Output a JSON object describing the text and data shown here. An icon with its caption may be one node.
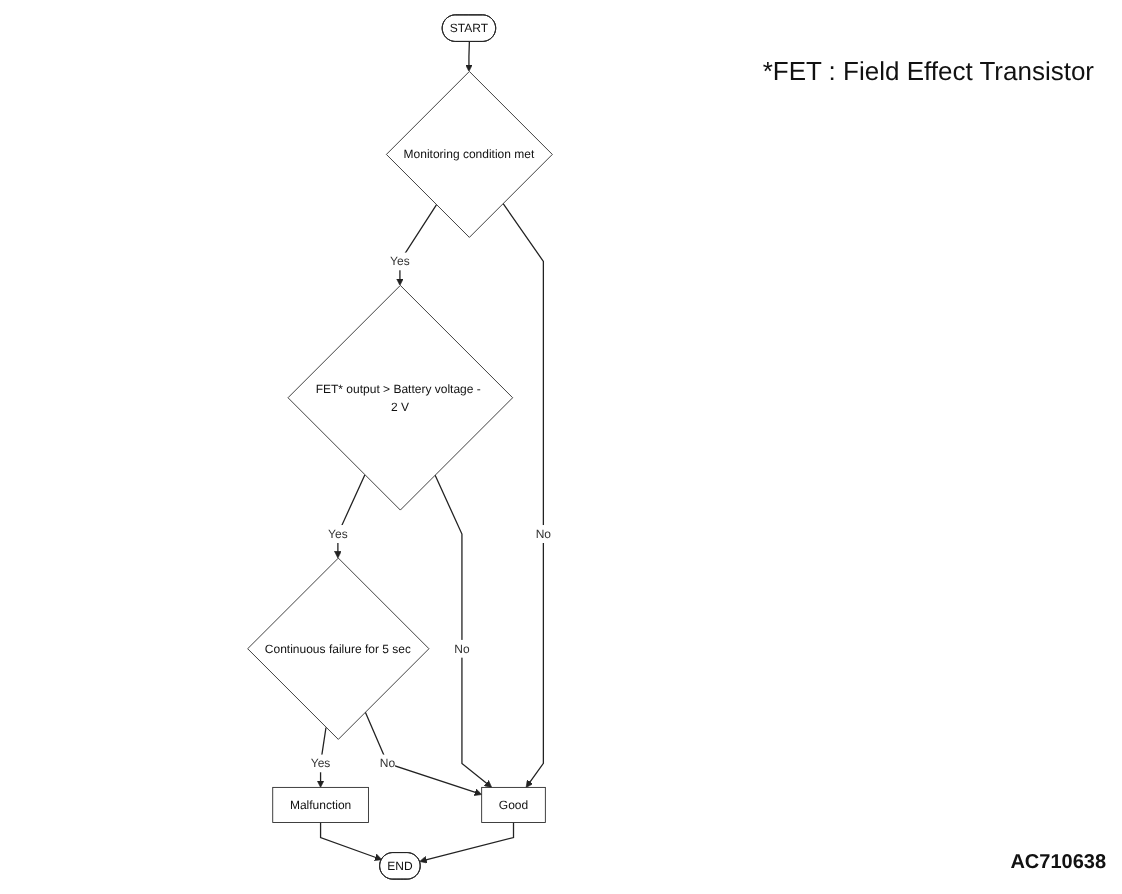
{
  "diagram": {
    "nodes": [
      {
        "text": [
          "START"
        ]
      },
      {
        "text": [
          "Monitoring condition met"
        ]
      },
      {
        "text": [
          "FET* output > Battery voltage - 2 V"
        ]
      },
      {
        "text": [
          "Continuous failure for 5 sec"
        ]
      },
      {
        "text": [
          "Malfunction"
        ]
      },
      {
        "text": [
          "Good"
        ]
      },
      {
        "text": [
          "END"
        ]
      }
    ],
    "edges": [
      {
        "from": 0,
        "to": 1,
        "arrow": "to"
      },
      {
        "from": 1,
        "to": 2,
        "arrow": "to",
        "label": "Yes"
      },
      {
        "from": 1,
        "to": 5,
        "arrow": "to",
        "label": "No"
      },
      {
        "from": 2,
        "to": 3,
        "arrow": "to",
        "label": "Yes"
      },
      {
        "from": 2,
        "to": 5,
        "arrow": "to",
        "label": "No"
      },
      {
        "from": 3,
        "to": 4,
        "arrow": "to",
        "label": "Yes"
      },
      {
        "from": 3,
        "to": 5,
        "arrow": "to",
        "label": "No"
      },
      {
        "from": 4,
        "to": 6,
        "arrow": "to"
      },
      {
        "from": 5,
        "to": 6,
        "arrow": "to"
      }
    ],
    "labels": [
      "*FET : Field Effect Transistor",
      "AC710638"
    ]
  }
}
